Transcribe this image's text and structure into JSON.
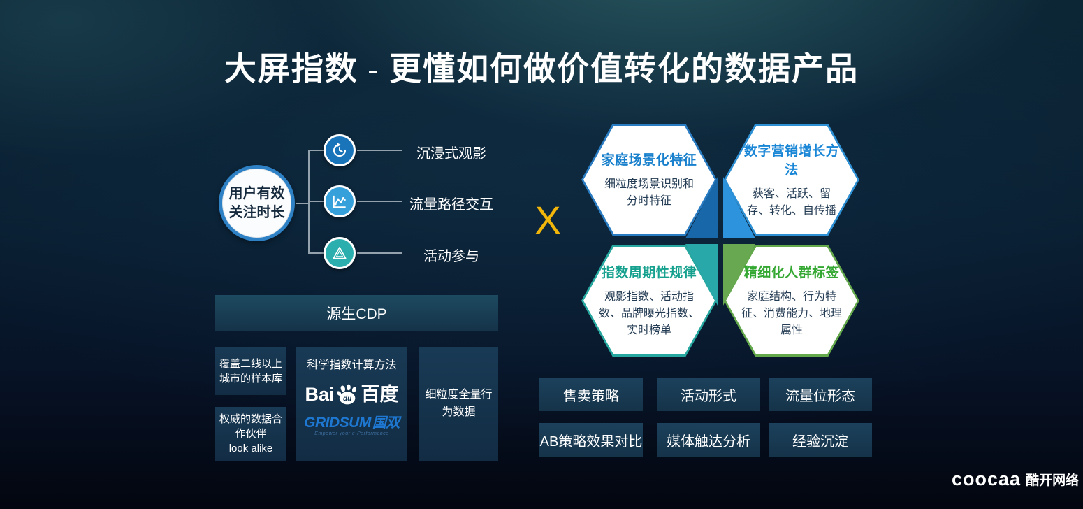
{
  "slide": {
    "title": "大屏指数 - 更懂如何做价值转化的数据产品"
  },
  "attention": {
    "hub": {
      "line1": "用户有效",
      "line2": "关注时长"
    },
    "branches": [
      {
        "icon": "history-clock-icon",
        "label": "沉浸式观影"
      },
      {
        "icon": "line-chart-icon",
        "label": "流量路径交互"
      },
      {
        "icon": "activity-triangle-icon",
        "label": "活动参与"
      }
    ]
  },
  "data_foundation": {
    "cdp_label": "源生CDP",
    "sample_card": "覆盖二线以上城市的样本库",
    "partner_card": {
      "cn": "权威的数据合作伙伴",
      "en": "look alike"
    },
    "method_card": {
      "title": "科学指数计算方法",
      "baidu": {
        "prefix": "Bai",
        "paw_text": "du",
        "suffix": "百度"
      },
      "gridsum": {
        "wordmark": "GRIDSUM",
        "cn": "国双",
        "tagline": "Empower your e-Performance"
      }
    },
    "behavior_card": "细粒度全量行为数据"
  },
  "multiplier": "X",
  "capabilities": [
    {
      "title": "家庭场景化特征",
      "body": "细粒度场景识别和分时特征",
      "accent": "#2a7cc2",
      "title_color": "#1880cc"
    },
    {
      "title": "数字营销增长方法",
      "body": "获客、活跃、留存、转化、自传播",
      "accent": "#2e90d4",
      "title_color": "#1a86d6"
    },
    {
      "title": "指数周期性规律",
      "body": "观影指数、活动指数、品牌曝光指数、实时榜单",
      "accent": "#26a79f",
      "title_color": "#16a18f"
    },
    {
      "title": "精细化人群标签",
      "body": "家庭结构、行为特征、消费能力、地理属性",
      "accent": "#64a84c",
      "title_color": "#34a832"
    }
  ],
  "applications": [
    "售卖策略",
    "活动形式",
    "流量位形态",
    "AB策略效果对比",
    "媒体触达分析",
    "经验沉淀"
  ],
  "footer": {
    "brand": "coocaa",
    "brand_cn": "酷开网络"
  },
  "colors": {
    "multiplier_yellow": "#f2b60b",
    "icon_blue_dark": "#1a74ba",
    "icon_blue_light": "#35a0da",
    "icon_teal": "#2aaeae",
    "triangle_dark_blue": "#1767a9",
    "triangle_light_blue": "#2e93dd",
    "triangle_teal": "#28a8a8",
    "triangle_green": "#68a850",
    "gridsum_blue": "#1e78d2",
    "hub_ring_blue": "#2e81c4"
  }
}
